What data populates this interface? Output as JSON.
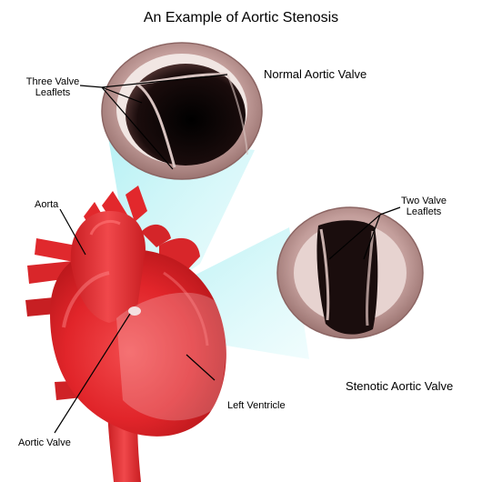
{
  "title": "An Example of Aortic Stenosis",
  "labels": {
    "three_leaflets_1": "Three Valve",
    "three_leaflets_2": "Leaflets",
    "normal_valve": "Normal Aortic Valve",
    "two_leaflets_1": "Two Valve",
    "two_leaflets_2": "Leaflets",
    "aorta": "Aorta",
    "stenotic_valve": "Stenotic Aortic Valve",
    "left_ventricle": "Left Ventricle",
    "aortic_valve": "Aortic Valve"
  },
  "colors": {
    "heart_red": "#e3262b",
    "heart_dark": "#b7191d",
    "beam_cyan": "#bff3f6",
    "valve_wall": "#c9a8a6",
    "valve_dark": "#0f0707"
  }
}
